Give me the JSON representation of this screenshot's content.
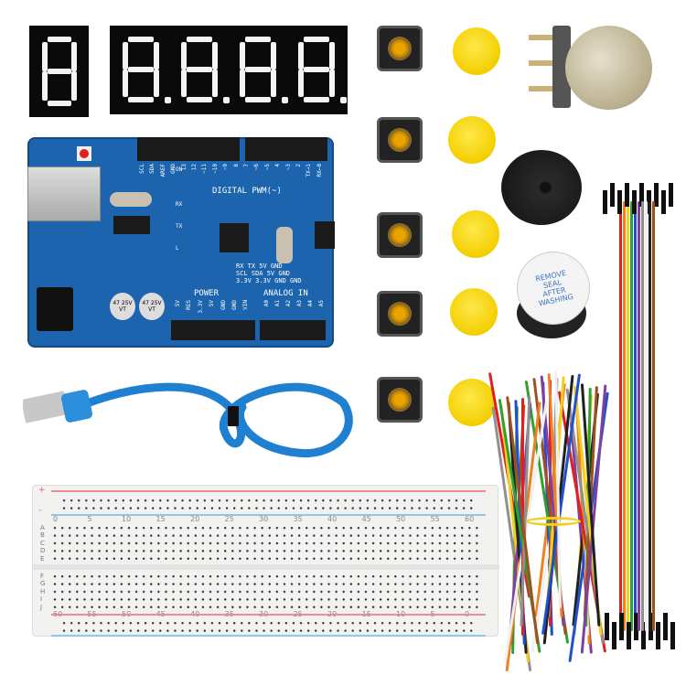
{
  "arduino": {
    "digital_label": "DIGITAL PWM(~)",
    "power_label": "POWER",
    "analog_label": "ANALOG IN",
    "top_pins": [
      "SCL",
      "SDA",
      "AREF",
      "GND",
      "13",
      "12",
      "~11",
      "~10",
      "~9",
      "8",
      "7",
      "~6",
      "~5",
      "4",
      "~3",
      "2",
      "TX→1",
      "RX←0"
    ],
    "power_pins": [
      "5V",
      "RES",
      "3.3V",
      "5V",
      "GND",
      "GND",
      "VIN"
    ],
    "analog_pins": [
      "A0",
      "A1",
      "A2",
      "A3",
      "A4",
      "A5"
    ],
    "side_labels": [
      "ON",
      "RX",
      "TX",
      "L"
    ],
    "icsp_rows": [
      "RX  TX  5V  GND",
      "SCL SDA 5V  GND",
      "3.3V 3.3V GND GND"
    ],
    "caps": [
      "47 25V VT",
      "47 25V VT"
    ]
  },
  "buzzer": {
    "sticker": [
      "REMOVE",
      "SEAL",
      "AFTER",
      "WASHING"
    ]
  },
  "breadboard": {
    "top_numbers": [
      "0",
      "5",
      "10",
      "15",
      "20",
      "25",
      "30",
      "35",
      "40",
      "45",
      "50",
      "55",
      "60"
    ],
    "bottom_numbers": [
      "60",
      "55",
      "50",
      "45",
      "40",
      "35",
      "30",
      "25",
      "20",
      "15",
      "10",
      "5",
      "0"
    ],
    "rows_top": [
      "A",
      "B",
      "C",
      "D",
      "E"
    ],
    "rows_bottom": [
      "F",
      "G",
      "H",
      "I",
      "J"
    ],
    "plus": "+",
    "minus": "-"
  },
  "colors": {
    "board": "#1c64ad",
    "cable": "#1f7fd0",
    "cap": "#f3cf00",
    "rail_red": "#f08a9a",
    "rail_blue": "#8ec6ec"
  },
  "wire_colors": [
    "#e02020",
    "#f08020",
    "#f0d020",
    "#30a030",
    "#2050d0",
    "#8040a0",
    "#909090",
    "#f0f0f0",
    "#202020",
    "#a05020"
  ]
}
